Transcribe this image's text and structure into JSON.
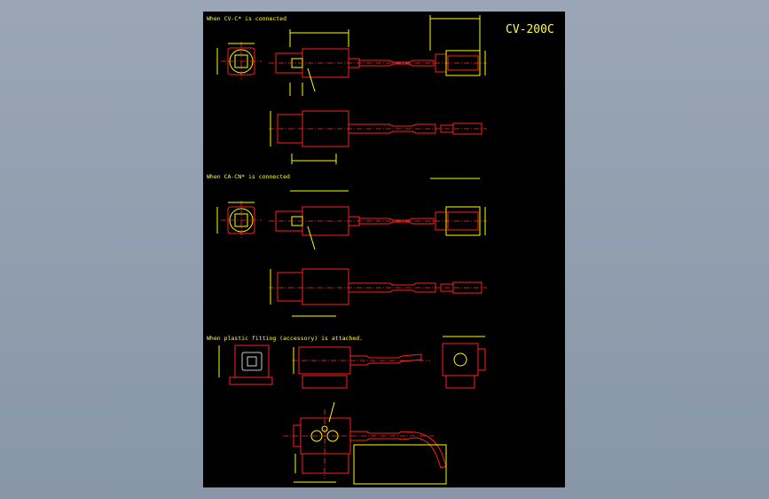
{
  "sheet": {
    "title": "CV-200C",
    "sections": [
      {
        "heading": "When CV-C* is connected"
      },
      {
        "heading": "When CA-CN* is connected"
      },
      {
        "heading": "When plastic fitting (accessory) is attached."
      }
    ]
  },
  "colors": {
    "background": "#8c9aab",
    "sheet": "#000000",
    "outline": "#ff2020",
    "dimension": "#ffff00",
    "text": "#ffff3c"
  }
}
